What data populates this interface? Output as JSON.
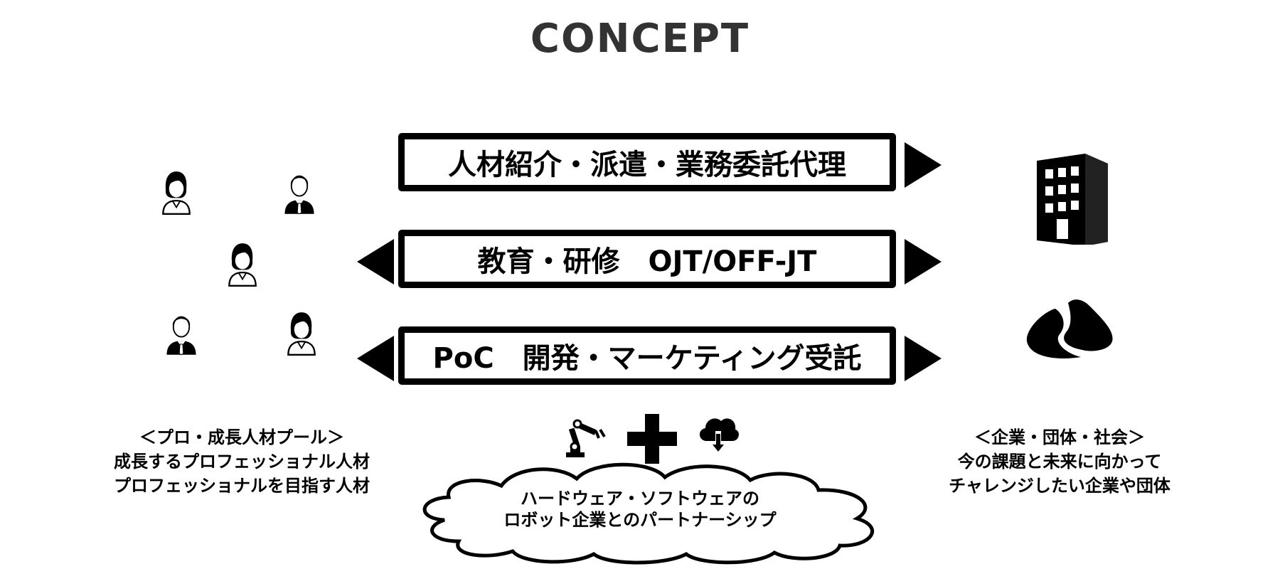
{
  "title": "CONCEPT",
  "flows": [
    {
      "label": "人材紹介・派遣・業務委託代理",
      "direction": "right"
    },
    {
      "label": "教育・研修　OJT/OFF-JT",
      "direction": "both"
    },
    {
      "label": "PoC　開発・マーケティング受託",
      "direction": "both"
    }
  ],
  "left_caption": {
    "heading": "＜プロ・成長人材プール＞",
    "line1": "成長するプロフェッショナル人材",
    "line2": "プロフェッショナルを目指す人材"
  },
  "right_caption": {
    "heading": "＜企業・団体・社会＞",
    "line1": "今の課題と未来に向かって",
    "line2": "チャレンジしたい企業や団体"
  },
  "partnership": {
    "line1": "ハードウェア・ソフトウェアの",
    "line2": "ロボット企業とのパートナーシップ"
  },
  "icons": [
    "person-female-icon",
    "person-male-icon",
    "building-icon",
    "mountain-logo-icon",
    "robot-arm-icon",
    "plus-icon",
    "cloud-download-icon"
  ],
  "colors": {
    "primary": "#000000",
    "title": "#333333",
    "background": "#ffffff"
  }
}
